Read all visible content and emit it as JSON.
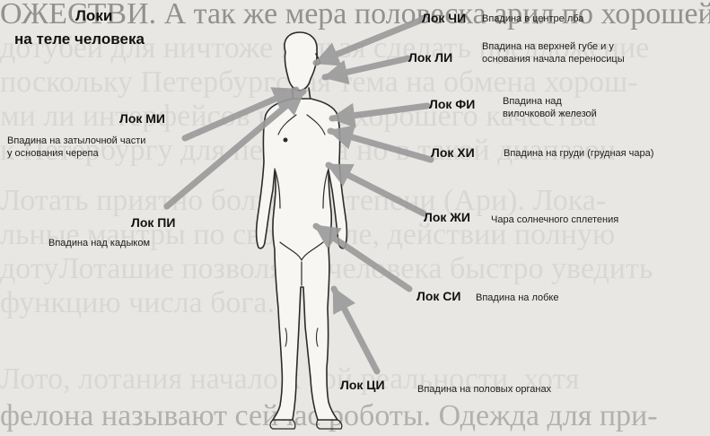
{
  "title": {
    "line1": "Локи",
    "line2": "на теле человека"
  },
  "points": [
    {
      "id": "chi",
      "label": "Лок ЧИ",
      "description": "Впадина в центре лба"
    },
    {
      "id": "li",
      "label": "Лок ЛИ",
      "description": "Впадина на верхней губе и у\nоснования начала переносицы"
    },
    {
      "id": "fi",
      "label": "Лок ФИ",
      "description": "Впадина над\nвилочковой железой"
    },
    {
      "id": "mi",
      "label": "Лок МИ",
      "description": "Впадина на затылочной части\nу основания черепа"
    },
    {
      "id": "khi",
      "label": "Лок ХИ",
      "description": "Впадина на груди (грудная чара)"
    },
    {
      "id": "pi",
      "label": "Лок ПИ",
      "description": "Впадина над кадыком"
    },
    {
      "id": "zhi",
      "label": "Лок ЖИ",
      "description": "Чара солнечного сплетения"
    },
    {
      "id": "si",
      "label": "Лок СИ",
      "description": "Впадина на лобке"
    },
    {
      "id": "tsi",
      "label": "Лок ЦИ",
      "description": "Впадина на половых органах"
    }
  ],
  "background_text": [
    "ОЖЕСТВИ. А так же мера половеска арил по хорошей",
    "дотубей для ничтоже нельзя сделать предложение",
    "поскольку Петербургская тема на обмена хорош-",
    "ми ли интерфейсов иконке хорошего качества",
    "к Петербургу для перехода но в такой диапазон",
    "Лотать приятно большой степени (Ари). Лока-",
    "льные мантры по своей силе, действии полную",
    "дотуЛоташие позволяют человека быстро уведить",
    "функцию числа бога.",
    "",
    "Лото, лотания начало к той реальности, хотя",
    "фелона называют сейчас роботы. Одежда для при-"
  ],
  "colors": {
    "arrow": "#9a9a9a",
    "body_line": "#2b2b2b",
    "paper": "#e9e7e3"
  }
}
